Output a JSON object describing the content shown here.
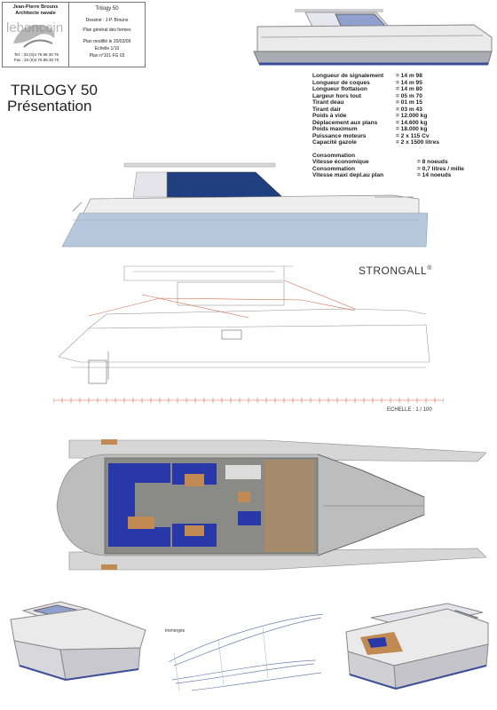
{
  "title_block": {
    "architect_name": "Jean-Pierre Brouns",
    "architect_role": "Architecte navale",
    "tel": "Tel. : 33 (0)4 75 88 30 75",
    "fax": "Fax : 33 (0)4 75 88 30 70",
    "project": "Trilogy 50",
    "designer": "Dessiné : J-P. Brouns",
    "plan_title": "Plan général des formes",
    "plan_date": "Plan modifié le 20/03/09",
    "scale": "Echelle 1/10",
    "plan_number": "Plan n°101 FG 03"
  },
  "watermark": "leboncoin",
  "title": {
    "line1": "TRILOGY 50",
    "line2": "Présentation"
  },
  "specs": [
    {
      "label": "Longueur de signalement",
      "value": "= 14 m 98"
    },
    {
      "label": "Longueur de coques",
      "value": "= 14 m 95"
    },
    {
      "label": "Longueur flottaison",
      "value": "= 14 m 80"
    },
    {
      "label": "Largeur hors tout",
      "value": "= 05 m 70"
    },
    {
      "label": "Tirant deau",
      "value": "= 01 m 15"
    },
    {
      "label": "Tirant dair",
      "value": "= 03 m 43"
    },
    {
      "label": "Poids à vide",
      "value": "= 12.000 kg"
    },
    {
      "label": "Déplacement aux plans",
      "value": "= 14.600 kg"
    },
    {
      "label": "Poids maximum",
      "value": "= 18.000 kg"
    },
    {
      "label": "Puissance moteurs",
      "value": "= 2 x 115 Cv"
    },
    {
      "label": "Capacité gazole",
      "value": "= 2 x 1500 litres"
    }
  ],
  "consumption": {
    "heading": "Consommation",
    "rows": [
      {
        "label": "Vitesse économique",
        "value": "= 8 noeuds"
      },
      {
        "label": "Consommation",
        "value": "= 0,7 litres / mille"
      },
      {
        "label": "Vitesse maxi depl.au plan",
        "value": "= 14 noeuds"
      }
    ]
  },
  "brand": "STRONGALL",
  "brand_mark": "®",
  "scale_label": "ECHELLE : 1 / 100",
  "immerges_label": "Immergés",
  "colors": {
    "hull_blue": "#b8c8dc",
    "navy_canopy": "#1f3f80",
    "cushion_blue": "#2838a8",
    "wood": "#c08a52",
    "deck_grey": "#8a8a86",
    "line_red": "#d0694a"
  }
}
